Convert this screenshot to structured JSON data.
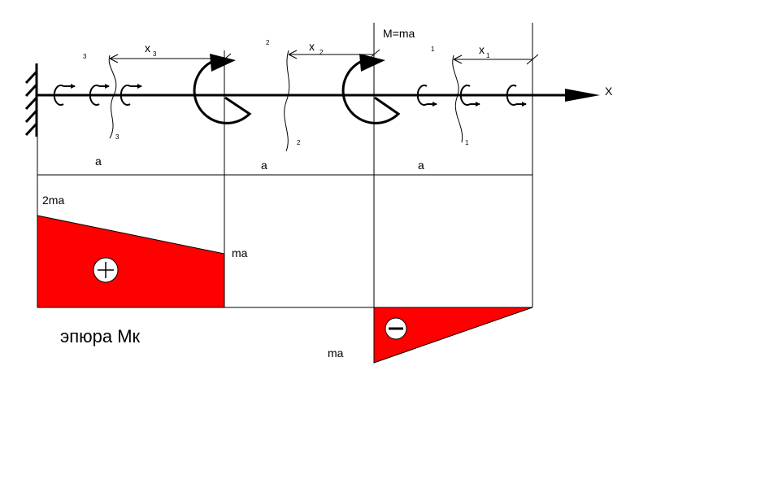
{
  "diagram": {
    "axis_label": "X",
    "moment_label": "M=ma",
    "coordinates": [
      {
        "name": "x",
        "sub": "3"
      },
      {
        "name": "x",
        "sub": "2"
      },
      {
        "name": "x",
        "sub": "1"
      }
    ],
    "sections": [
      {
        "top": "3",
        "bottom": "3"
      },
      {
        "top": "2",
        "bottom": "2"
      },
      {
        "top": "1",
        "bottom": "1"
      }
    ],
    "segment_lengths": [
      "a",
      "a",
      "a"
    ],
    "epure": {
      "title": "эпюра Мк",
      "left_value": "2ma",
      "mid_value": "ma",
      "neg_value": "ma",
      "positive_sign": "+",
      "negative_sign": "−"
    },
    "colors": {
      "fill": "#ff0000",
      "line": "#000000"
    }
  }
}
